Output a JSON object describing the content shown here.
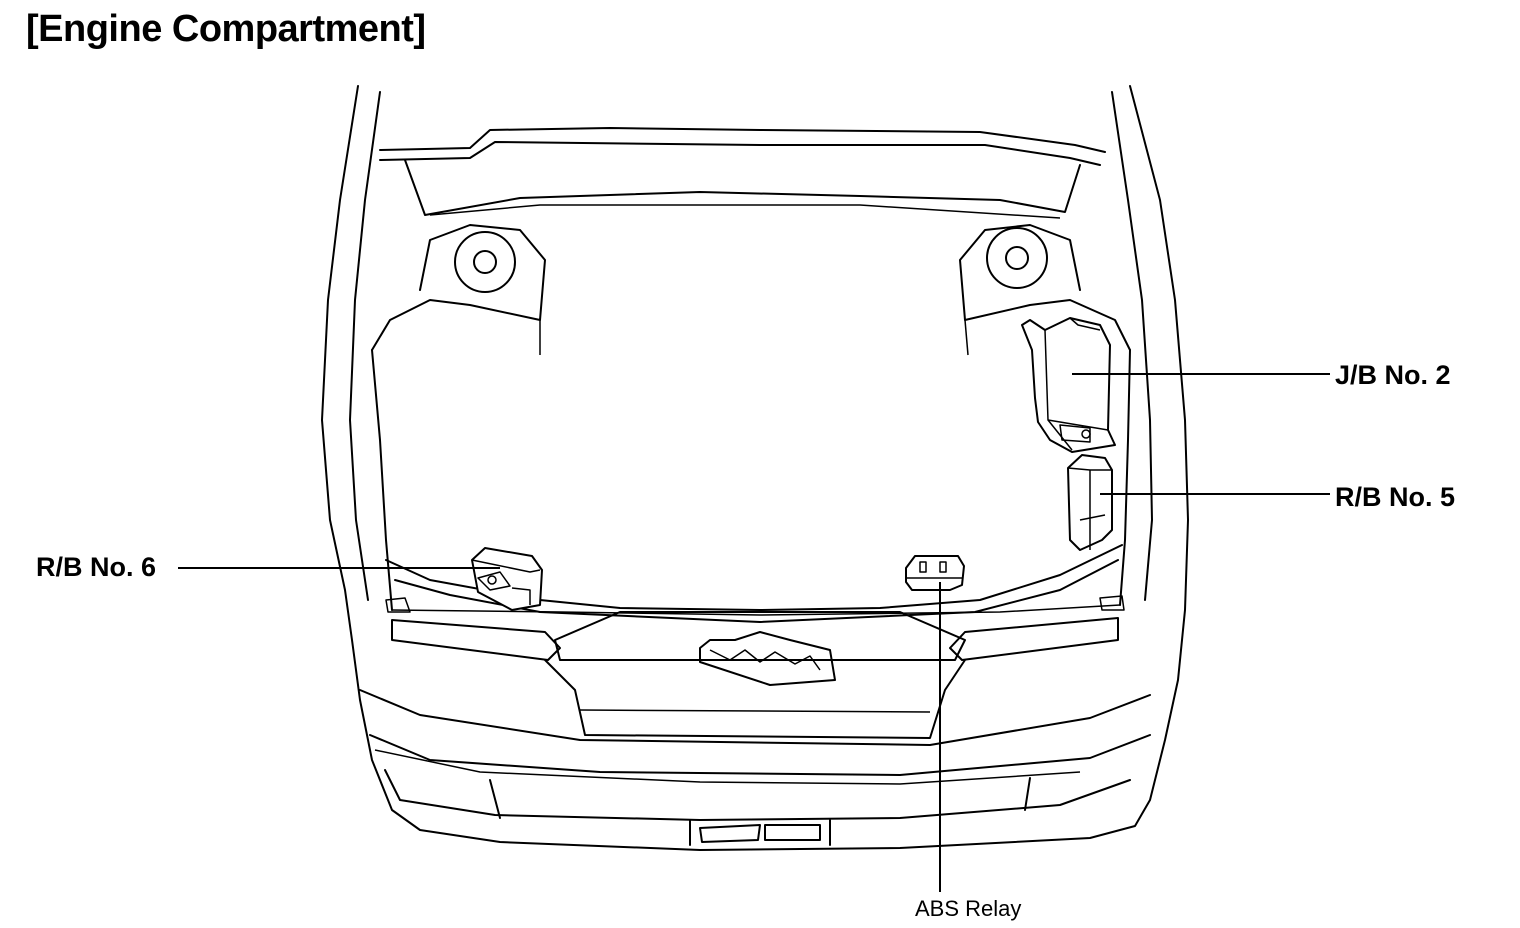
{
  "title": "[Engine Compartment]",
  "callouts": {
    "jb2": "J/B No. 2",
    "rb5": "R/B No. 5",
    "rb6": "R/B No. 6",
    "abs": "ABS Relay"
  },
  "colors": {
    "line": "#000000",
    "background": "#ffffff"
  }
}
